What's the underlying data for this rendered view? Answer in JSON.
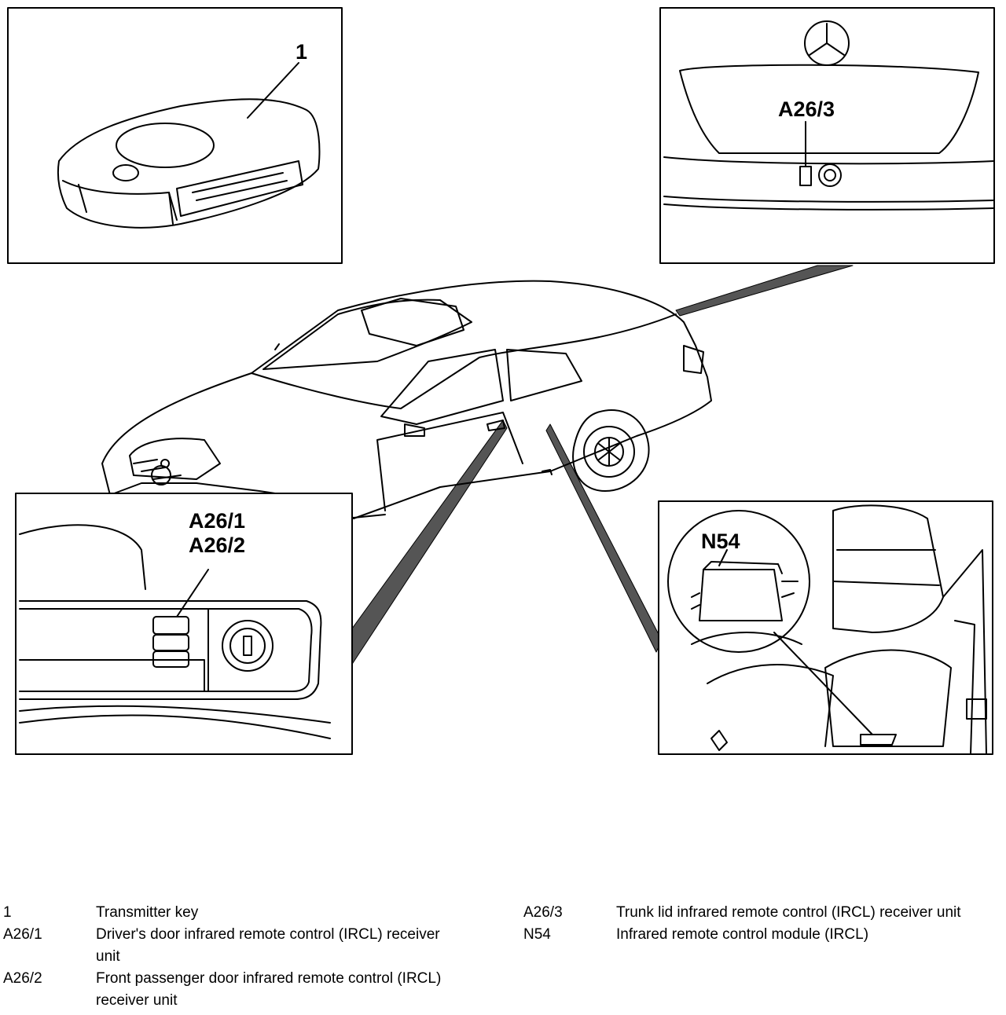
{
  "callouts": {
    "transmitter_key": "1",
    "trunk_receiver": "A26/3",
    "driver_door_receiver": "A26/1",
    "passenger_door_receiver": "A26/2",
    "module": "N54"
  },
  "legend": {
    "left": [
      {
        "code": "1",
        "description": "Transmitter key"
      },
      {
        "code": "A26/1",
        "description": "Driver's door infrared remote control (IRCL) receiver unit"
      },
      {
        "code": "A26/2",
        "description": "Front passenger door infrared remote control (IRCL) receiver unit"
      }
    ],
    "right": [
      {
        "code": "A26/3",
        "description": "Trunk lid infrared remote control (IRCL) receiver unit"
      },
      {
        "code": "N54",
        "description": "Infrared remote control module (IRCL)"
      }
    ]
  }
}
